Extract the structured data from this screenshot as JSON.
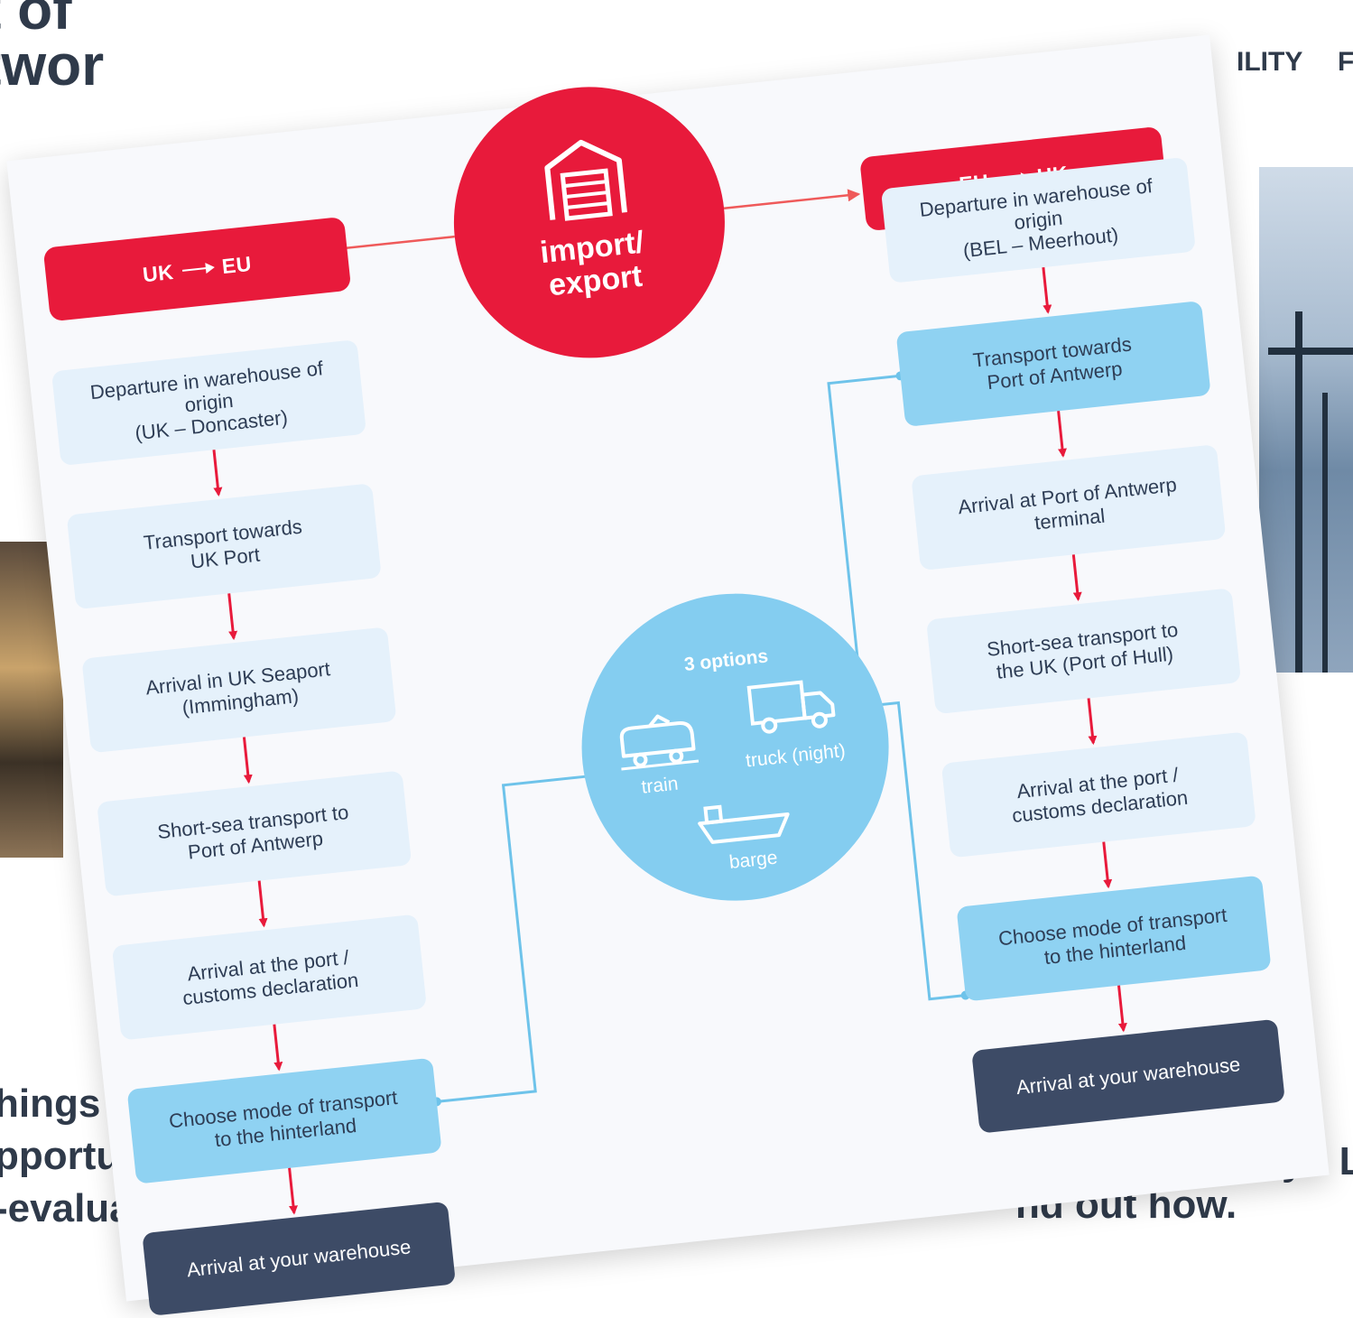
{
  "background": {
    "heading_line1": "t of",
    "heading_line2": "twor",
    "nav_left": "ILITY",
    "nav_right": "F",
    "body_line1": "hings k",
    "body_line2": "pportu",
    "body_line3": "-evalua",
    "body_right1": "y? L",
    "body_right2": "nd out how."
  },
  "diagram": {
    "hub_label_line1": "import/",
    "hub_label_line2": "export",
    "left": {
      "header_from": "UK",
      "header_to": "EU",
      "steps": [
        {
          "line1": "Departure in warehouse of origin",
          "line2": "(UK – Doncaster)"
        },
        {
          "line1": "Transport towards",
          "line2": "UK Port"
        },
        {
          "line1": "Arrival in UK Seaport",
          "line2": "(Immingham)"
        },
        {
          "line1": "Short-sea transport to",
          "line2": "Port of Antwerp"
        },
        {
          "line1": "Arrival at the port /",
          "line2": "customs declaration"
        },
        {
          "line1": "Choose mode of transport",
          "line2": "to the hinterland"
        },
        {
          "line1": "Arrival at your warehouse",
          "line2": ""
        }
      ]
    },
    "right": {
      "header_from": "EU",
      "header_to": "UK",
      "steps": [
        {
          "line1": "Departure in warehouse of origin",
          "line2": "(BEL – Meerhout)"
        },
        {
          "line1": "Transport towards",
          "line2": "Port of Antwerp"
        },
        {
          "line1": "Arrival at Port of Antwerp",
          "line2": "terminal"
        },
        {
          "line1": "Short-sea transport to",
          "line2": "the UK (Port of Hull)"
        },
        {
          "line1": "Arrival at the port /",
          "line2": "customs declaration"
        },
        {
          "line1": "Choose mode of transport",
          "line2": "to the hinterland"
        },
        {
          "line1": "Arrival at your warehouse",
          "line2": ""
        }
      ]
    },
    "options": {
      "title": "3 options",
      "train": "train",
      "truck": "truck (night)",
      "barge": "barge"
    },
    "colors": {
      "red": "#e81a3b",
      "light_step": "#e5f1fb",
      "mid_step": "#8fd2f2",
      "dark_step": "#3d4b66",
      "options_circle": "#84cdf0",
      "connector": "#6ec3ea"
    }
  }
}
